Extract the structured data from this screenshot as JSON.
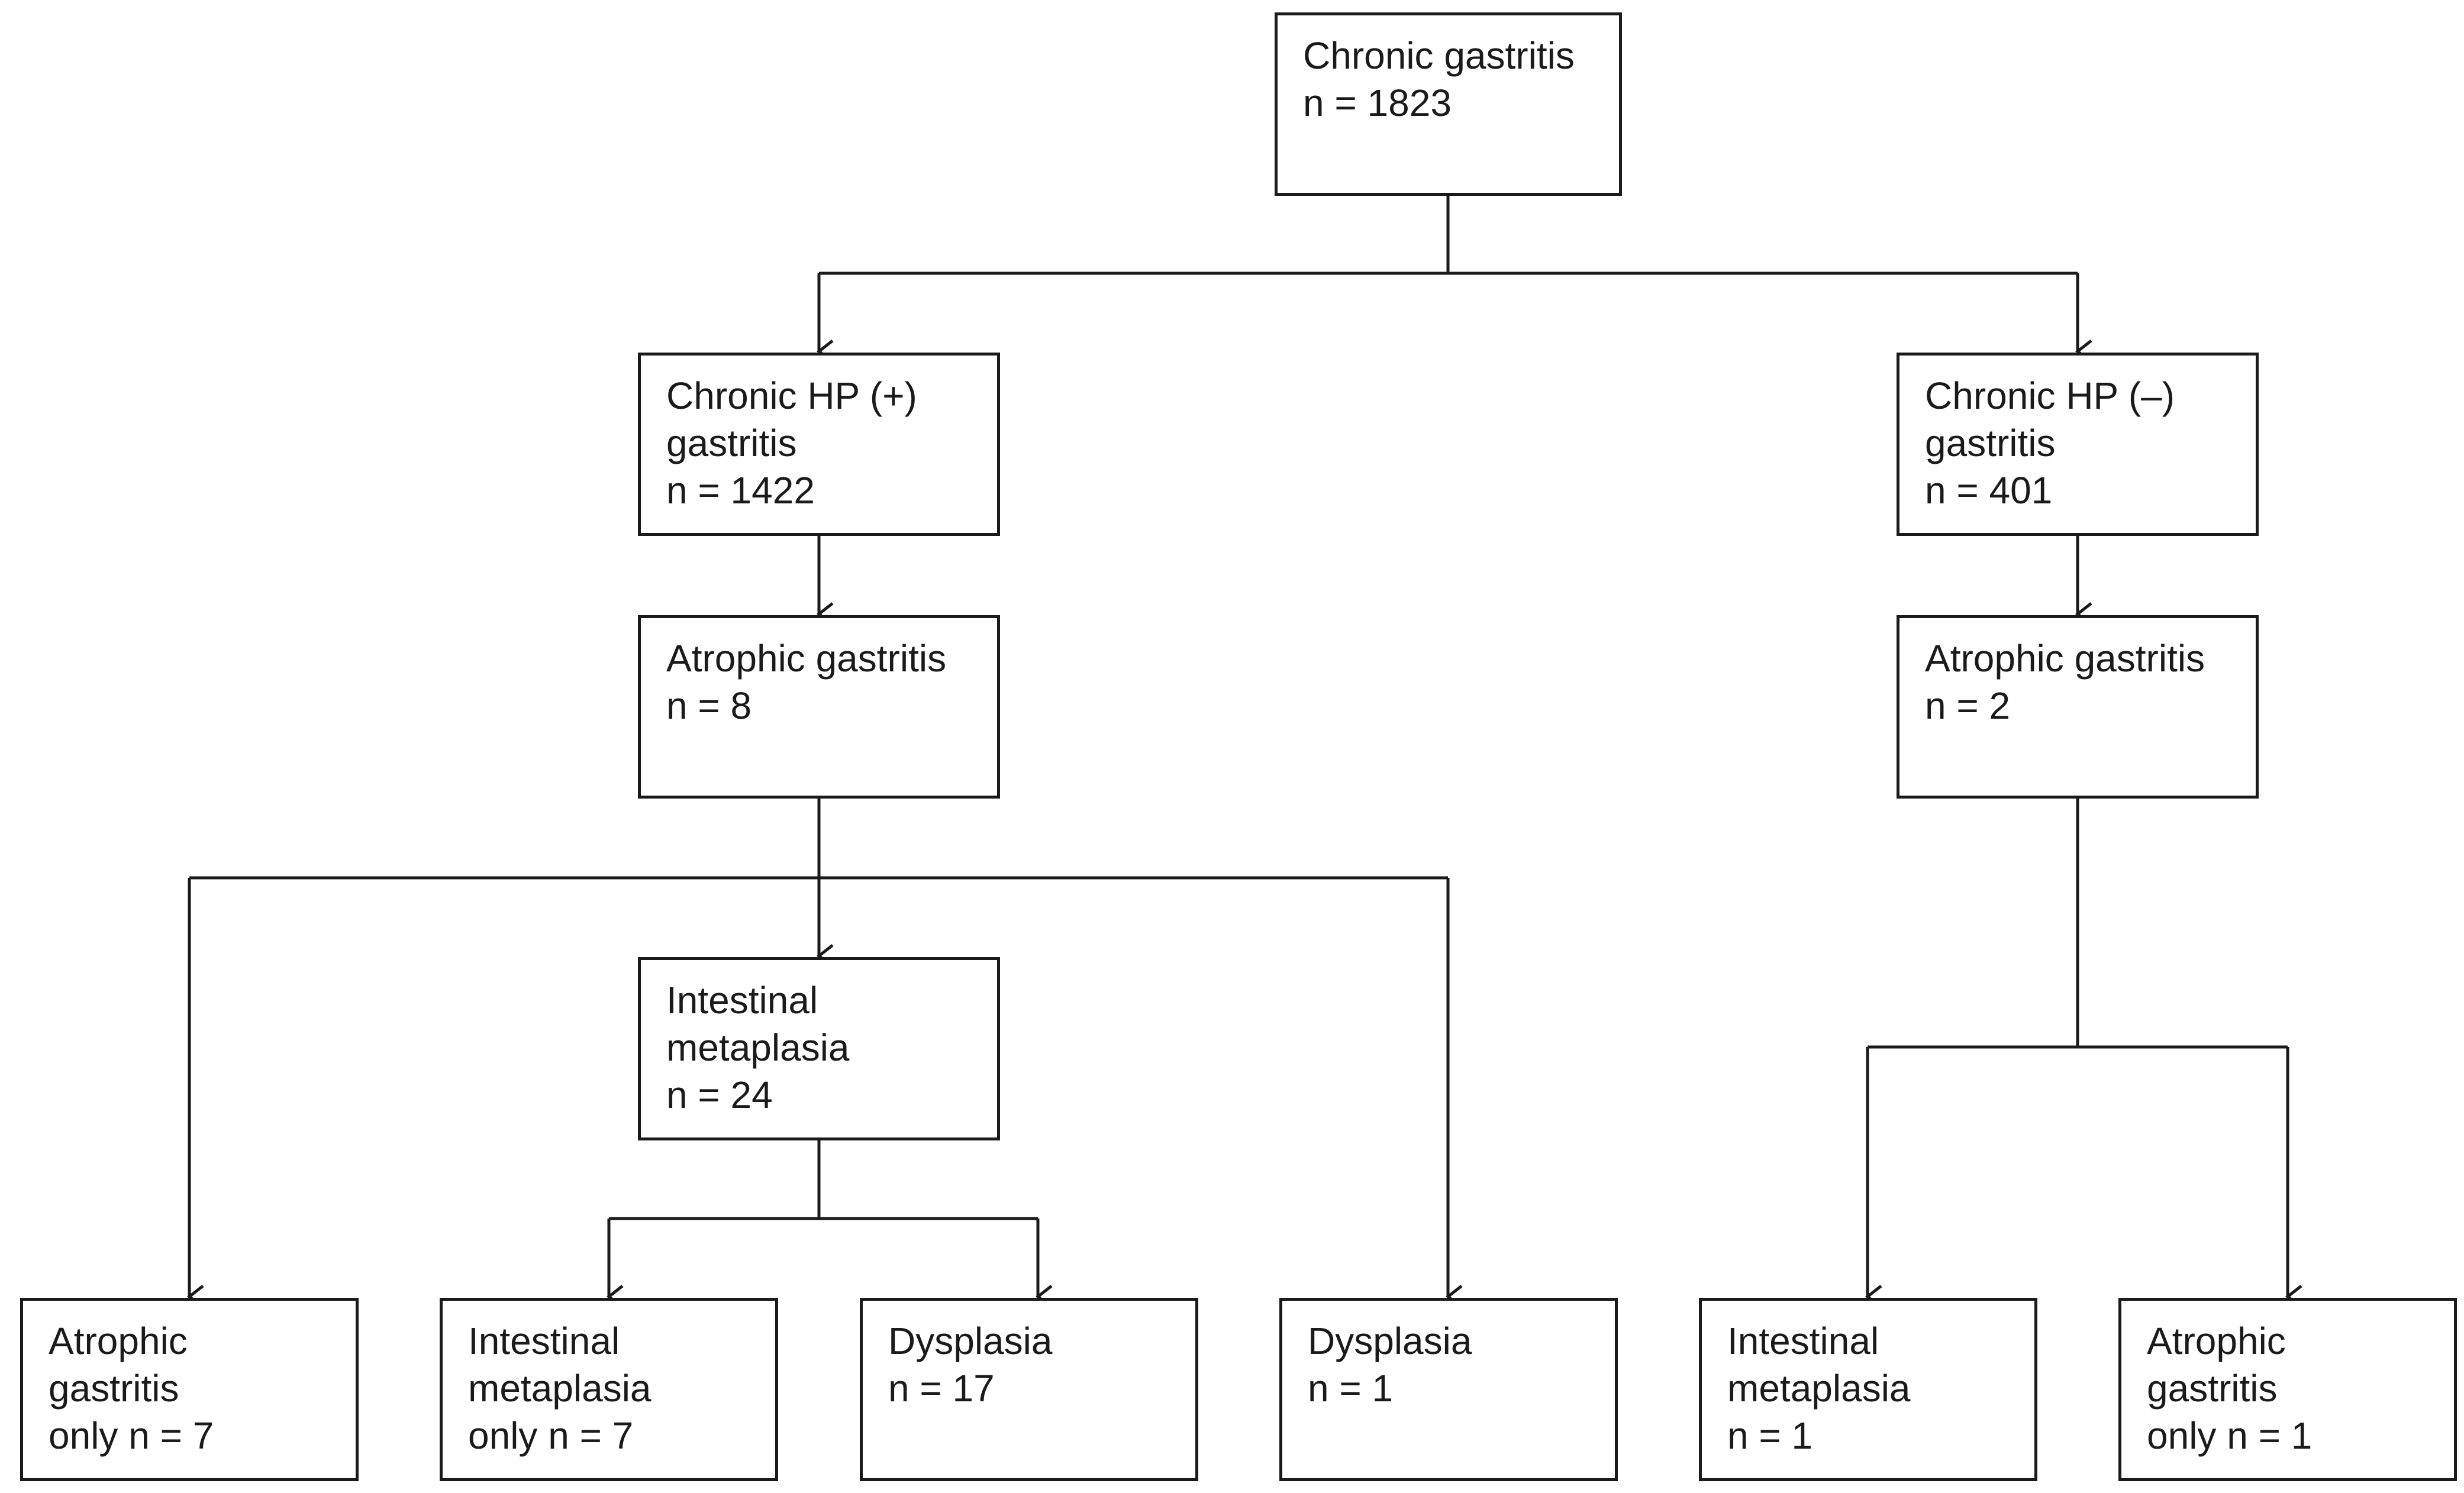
{
  "diagram": {
    "nodes": {
      "root": {
        "lines": [
          "Chronic gastritis",
          "n = 1823"
        ]
      },
      "hp_pos": {
        "lines": [
          "Chronic HP (+)",
          "gastritis",
          "n = 1422"
        ]
      },
      "hp_neg": {
        "lines": [
          "Chronic HP (–)",
          "gastritis",
          "n = 401"
        ]
      },
      "atro_pos": {
        "lines": [
          "Atrophic gastritis",
          "n = 8"
        ]
      },
      "atro_neg": {
        "lines": [
          "Atrophic gastritis",
          "n = 2"
        ]
      },
      "im_pos": {
        "lines": [
          "Intestinal",
          "metaplasia",
          "n = 24"
        ]
      },
      "leaf_atro_only": {
        "lines": [
          "Atrophic",
          "gastritis",
          "only n = 7"
        ]
      },
      "leaf_im_only": {
        "lines": [
          "Intestinal",
          "metaplasia",
          "only n = 7"
        ]
      },
      "leaf_dys17": {
        "lines": [
          "Dysplasia",
          "n = 17"
        ]
      },
      "leaf_dys1": {
        "lines": [
          "Dysplasia",
          "n = 1"
        ]
      },
      "leaf_im_neg": {
        "lines": [
          "Intestinal",
          "metaplasia",
          "n = 1"
        ]
      },
      "leaf_atro_neg": {
        "lines": [
          "Atrophic",
          "gastritis",
          "only n = 1"
        ]
      }
    },
    "colors": {
      "stroke": "#1a1a1a",
      "background": "#ffffff"
    }
  }
}
